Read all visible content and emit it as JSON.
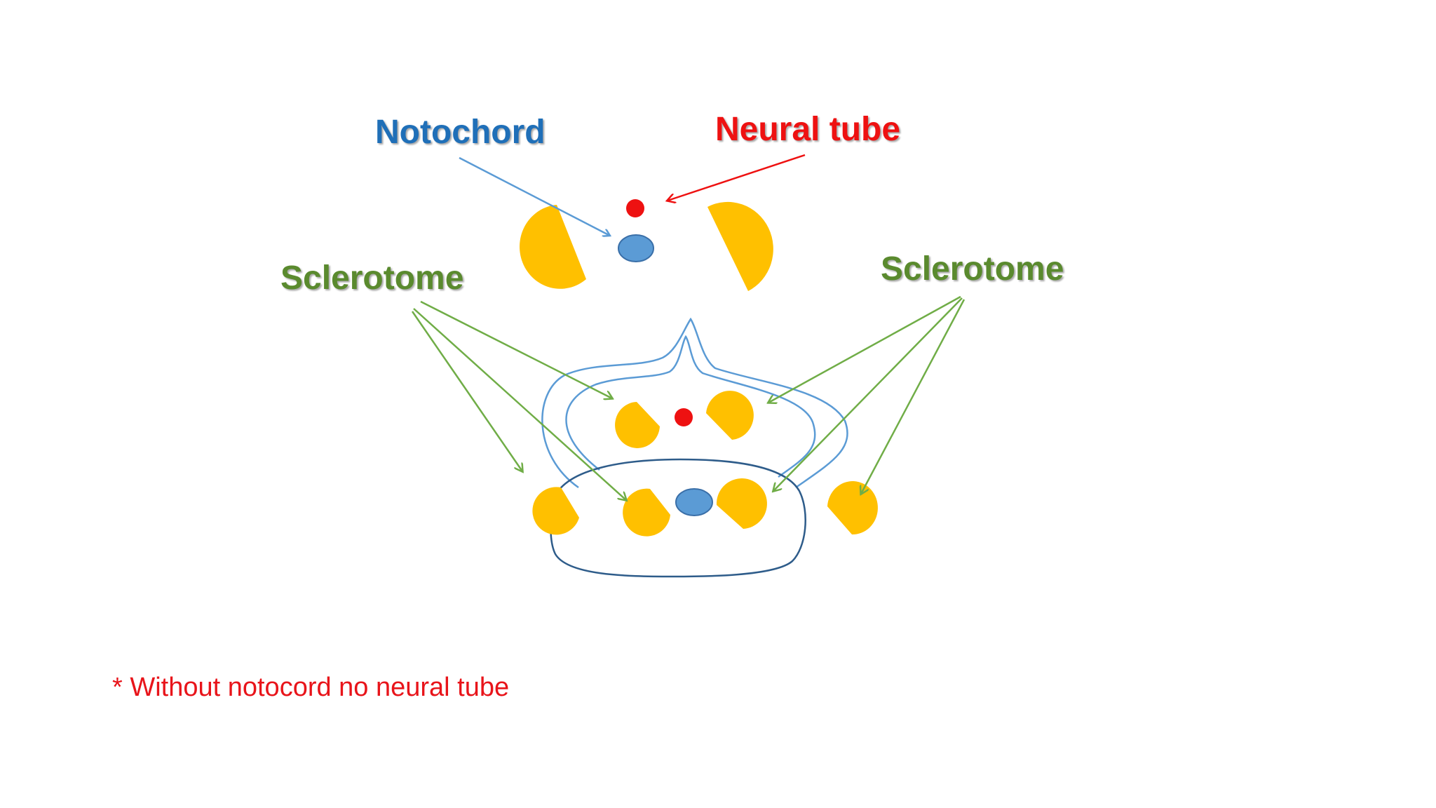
{
  "labels": {
    "notochord": "Notochord",
    "neural_tube": "Neural tube",
    "sclerotome_left": "Sclerotome",
    "sclerotome_right": "Sclerotome"
  },
  "footnote": "* Without notocord no neural tube",
  "colors": {
    "notochord": "#1f6fb8",
    "notochord_fill": "#5b9bd5",
    "neural_tube": "#ee1111",
    "sclerotome_label": "#5a8a2e",
    "sclerotome_fill": "#ffc000",
    "sclerotome_arrow": "#70ad47",
    "vertebra_outline": "#5b9bd5",
    "body_outline": "#2e5c8a",
    "footnote": "#e8141a"
  },
  "icons": {
    "sclerotome_shape": "pacman-wedge",
    "notochord_shape": "ellipse",
    "neural_tube_shape": "circle"
  }
}
